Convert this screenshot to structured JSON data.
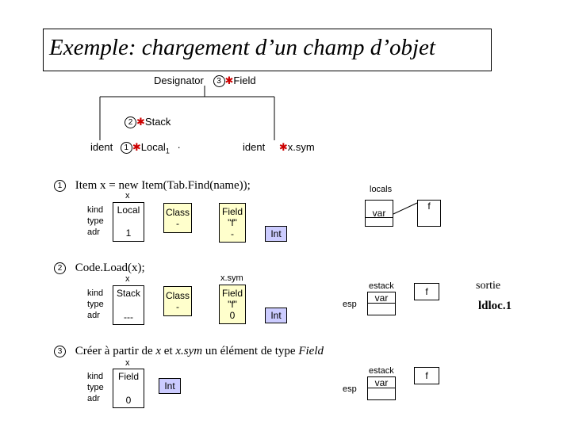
{
  "title": "Exemple: chargement d’un champ d’objet",
  "tree": {
    "designator": "Designator",
    "step3": "3",
    "field": "Field",
    "step2": "2",
    "stack": "Stack",
    "ident1": "ident",
    "step1": "1",
    "local": "Local",
    "local_sub": "1",
    "dot": "·",
    "ident2": "ident",
    "xsym": "x.sym"
  },
  "steps": [
    {
      "num": "1",
      "text": "Item x = new Item(Tab.Find(name));"
    },
    {
      "num": "2",
      "text": "Code.Load(x);"
    },
    {
      "num": "3",
      "text_a": "Créer à partir de ",
      "text_x": "x",
      "text_b": " et ",
      "text_xsym": "x.sym",
      "text_c": " un élément de type ",
      "text_field": "Field"
    }
  ],
  "item_labels": {
    "kind": "kind",
    "type": "type",
    "adr": "adr"
  },
  "item1": {
    "name": "x",
    "kind": "Local",
    "adr": "1",
    "class_line1": "Class",
    "class_line2": "-",
    "field_line1": "Field",
    "field_line2": "\"f\"",
    "field_line3": "-",
    "int": "Int"
  },
  "item2": {
    "name": "x",
    "kind": "Stack",
    "adr": "---",
    "class_line1": "Class",
    "class_line2": "-",
    "xsym": "x.sym",
    "field_line1": "Field",
    "field_line2": "\"f\"",
    "field_line3": "0",
    "int": "Int"
  },
  "item3": {
    "name": "x",
    "kind": "Field",
    "adr": "0",
    "int": "Int"
  },
  "locals": {
    "label": "locals",
    "var": "var",
    "f": "f"
  },
  "estack1": {
    "label": "estack",
    "var": "var",
    "f": "f",
    "esp": "esp"
  },
  "estack2": {
    "label": "estack",
    "var": "var",
    "f": "f",
    "esp": "esp"
  },
  "sortie": {
    "label": "sortie",
    "instr": "ldloc.1"
  },
  "colors": {
    "yellow": "#ffffcc",
    "lavender": "#ccccff",
    "red": "#cc0000"
  }
}
